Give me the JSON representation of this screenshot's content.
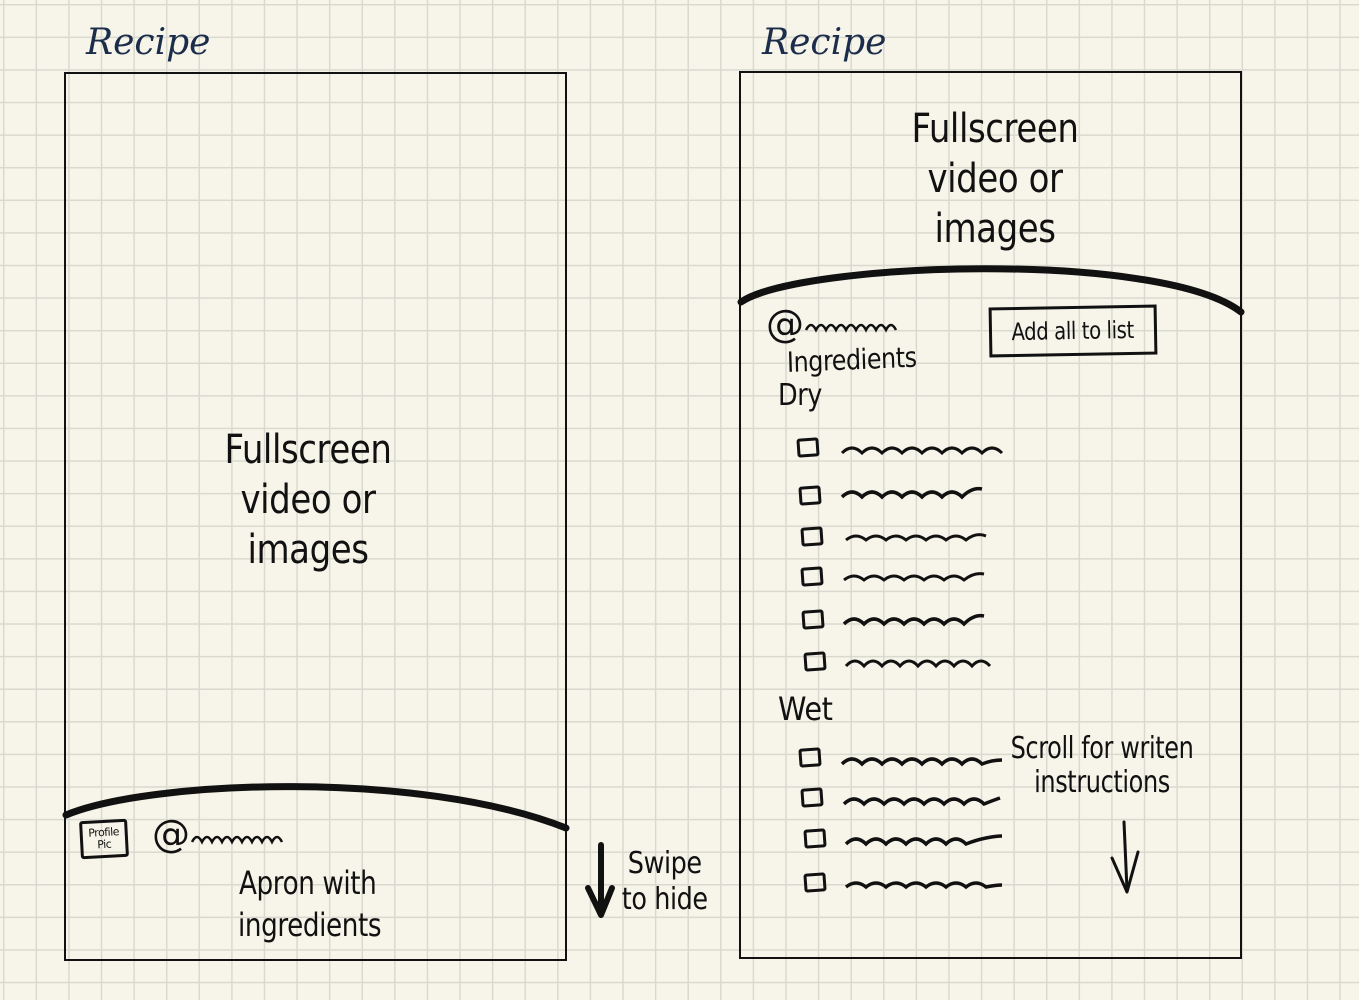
{
  "left_screen": {
    "title": "Recipe",
    "media_placeholder": "Fullscreen video or images",
    "profile_pic_label": "Profile Pic",
    "handle": "@",
    "apron_label": "Apron with ingredients",
    "swipe_hint": "Swipe to hide"
  },
  "right_screen": {
    "title": "Recipe",
    "media_placeholder": "Fullscreen video or images",
    "handle": "@",
    "add_all_button": "Add all to list",
    "ingredients_heading": "Ingredients",
    "dry_heading": "Dry",
    "wet_heading": "Wet",
    "scroll_hint": "Scroll for writen instructions"
  },
  "colors": {
    "ink": "#111111",
    "title_ink": "#1b2d4a",
    "paper": "#f7f5e9",
    "grid": "#d9d9cf"
  }
}
